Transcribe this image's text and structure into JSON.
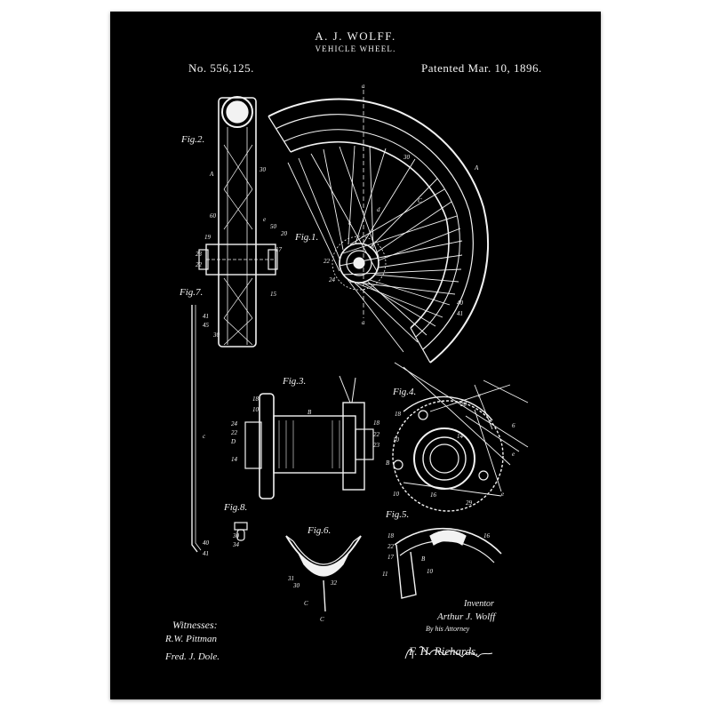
{
  "header": {
    "title": "A. J. WOLFF.",
    "subtitle": "VEHICLE WHEEL.",
    "patent_number": "No. 556,125.",
    "patent_date": "Patented Mar. 10, 1896."
  },
  "figures": {
    "fig1": "Fig.1.",
    "fig2": "Fig.2.",
    "fig3": "Fig.3.",
    "fig4": "Fig.4.",
    "fig5": "Fig.5.",
    "fig6": "Fig.6.",
    "fig7": "Fig.7.",
    "fig8": "Fig.8."
  },
  "footer": {
    "witnesses_label": "Witnesses:",
    "witness_1": "R.W. Pittman",
    "witness_2": "Fred. J. Dole.",
    "inventor_label": "Inventor",
    "inventor_name": "Arthur J. Wolff",
    "attorney_label": "By his Attorney",
    "attorney_name": "F. H. Richards."
  },
  "colors": {
    "poster_background": "#000000",
    "ink": "#f2f2f2",
    "frame_background": "#ffffff"
  }
}
